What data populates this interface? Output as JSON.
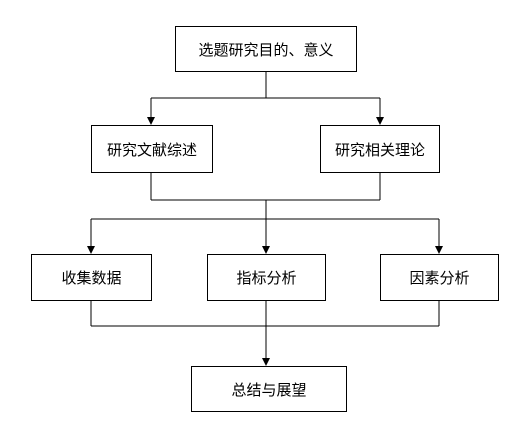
{
  "nodes": {
    "topic": "选题研究目的、意义",
    "literature_review": "研究文献综述",
    "related_theory": "研究相关理论",
    "data_collection": "收集数据",
    "indicator_analysis": "指标分析",
    "factor_analysis": "因素分析",
    "summary": "总结与展望"
  }
}
